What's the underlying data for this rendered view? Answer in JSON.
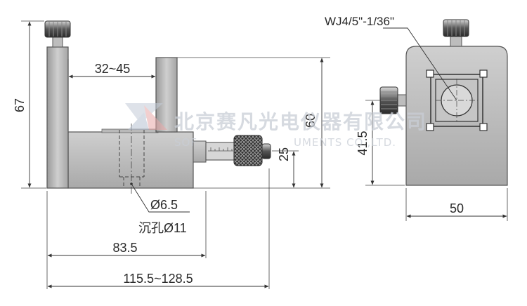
{
  "watermark": {
    "company_cn": "北京赛凡光电仪器有限公司",
    "company_en_left": "SOF",
    "company_en_right": "UMENTS CO.,LTD."
  },
  "side_view": {
    "dims": {
      "total_height": "67",
      "bar_height": "60",
      "clamp_range": "32~45",
      "micrometer_height": "25",
      "hole": "Ø6.5",
      "counterbore": "沉孔Ø11",
      "base_length": "83.5",
      "overall_length": "115.5~128.5"
    }
  },
  "front_view": {
    "dims": {
      "thread_spec": "WJ4/5\"-1/36\"",
      "center_height": "41.5",
      "width": "50"
    }
  }
}
